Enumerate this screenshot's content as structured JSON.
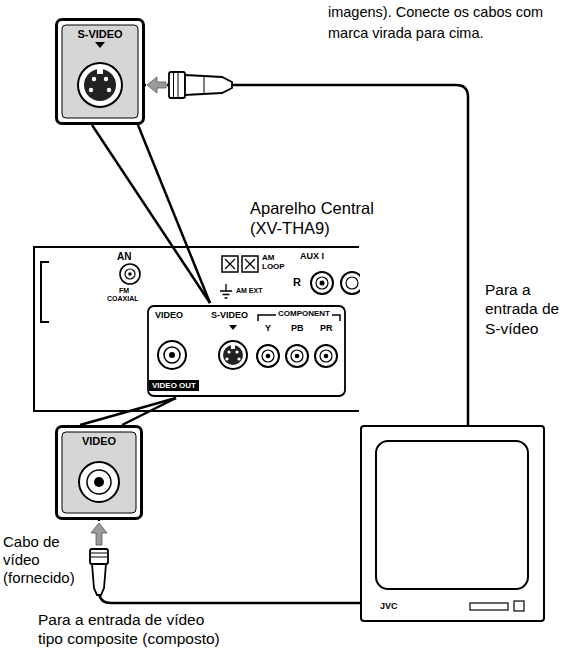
{
  "diagram": {
    "nodes": [
      {
        "text": [
          "S-VIDEO"
        ]
      },
      {
        "text": [
          "Aparelho Central (XV-THA9)"
        ]
      },
      {
        "text": [
          "VIDEO"
        ]
      },
      {
        "text": [
          "JVC"
        ]
      }
    ],
    "edges": [
      {
        "from": 0,
        "to": 3,
        "arrow": "none",
        "label": "Para a entrada de S-vídeo"
      },
      {
        "from": 2,
        "to": 3,
        "arrow": "none",
        "label": "Para a entrada de vídeo tipo composite (composto)"
      }
    ],
    "labels": [
      "imagens). Conecte os cabos com marca virada para cima.",
      "AN",
      "FM",
      "COAXIAL",
      "AM LOOP",
      "AM EXT",
      "AUX I",
      "R",
      "VIDEO",
      "S-VIDEO",
      "COMPONENT",
      "Y",
      "PB",
      "PR",
      "VIDEO OUT",
      "Cabo de vídeo (fornecido)"
    ]
  }
}
